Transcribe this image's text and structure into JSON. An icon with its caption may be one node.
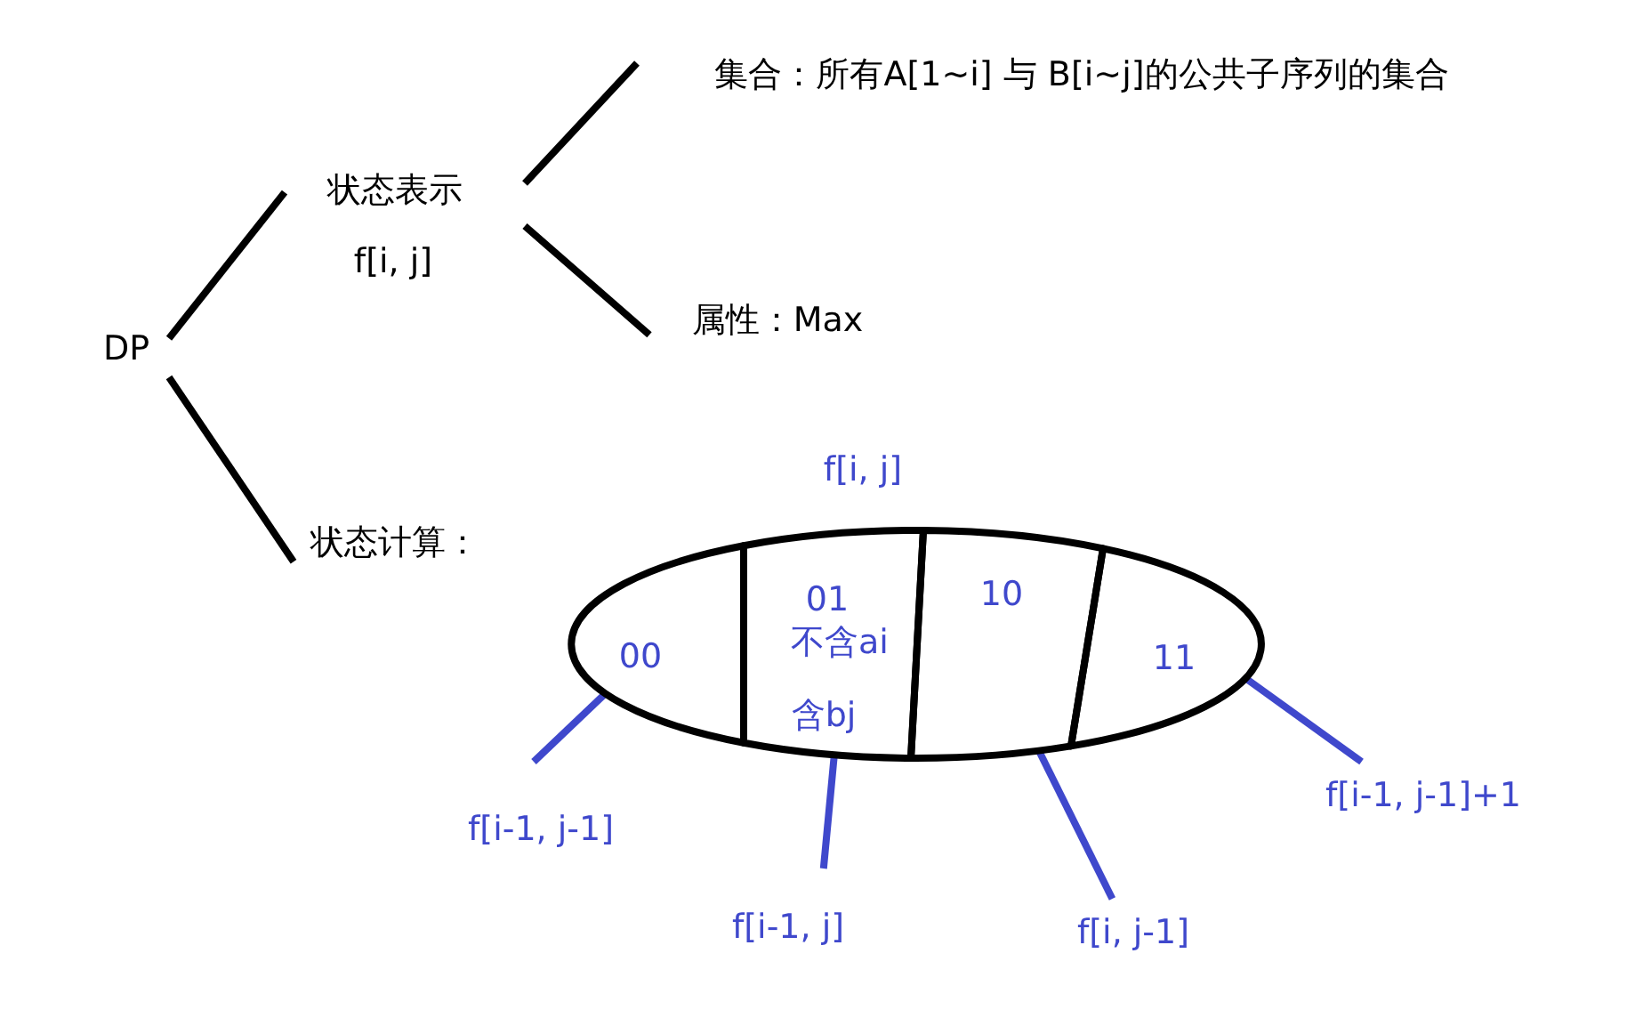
{
  "diagram": {
    "nodes": [
      {
        "text": [
          "DP"
        ]
      },
      {
        "text": [
          "状态表示",
          "f[i, j]"
        ]
      },
      {
        "text": [
          "集合：所有A[1~i] 与 B[i~j]的公共子序列的集合"
        ]
      },
      {
        "text": [
          "属性：Max"
        ]
      },
      {
        "text": [
          "状态计算："
        ]
      },
      {
        "text": [
          "f[i, j]"
        ]
      },
      {
        "text": [
          "00"
        ],
        "in": 5
      },
      {
        "text": [
          "01",
          "不含ai",
          "含bj"
        ],
        "in": 5
      },
      {
        "text": [
          "10"
        ],
        "in": 5
      },
      {
        "text": [
          "11"
        ],
        "in": 5
      },
      {
        "text": [
          "f[i-1, j-1]"
        ]
      },
      {
        "text": [
          "f[i-1, j]"
        ]
      },
      {
        "text": [
          "f[i, j-1]"
        ]
      },
      {
        "text": [
          "f[i-1, j-1]+1"
        ]
      }
    ],
    "edges": [
      {
        "from": 0,
        "to": 1,
        "arrow": "none"
      },
      {
        "from": 0,
        "to": 4,
        "arrow": "none"
      },
      {
        "from": 1,
        "to": 2,
        "arrow": "none"
      },
      {
        "from": 1,
        "to": 3,
        "arrow": "none"
      },
      {
        "from": 10,
        "to": 6,
        "arrow": "none",
        "color": "#3f48cc"
      },
      {
        "from": 11,
        "to": 7,
        "arrow": "none",
        "color": "#3f48cc"
      },
      {
        "from": 12,
        "to": 8,
        "arrow": "none",
        "color": "#3f48cc"
      },
      {
        "from": 13,
        "to": 9,
        "arrow": "none",
        "color": "#3f48cc"
      }
    ]
  }
}
